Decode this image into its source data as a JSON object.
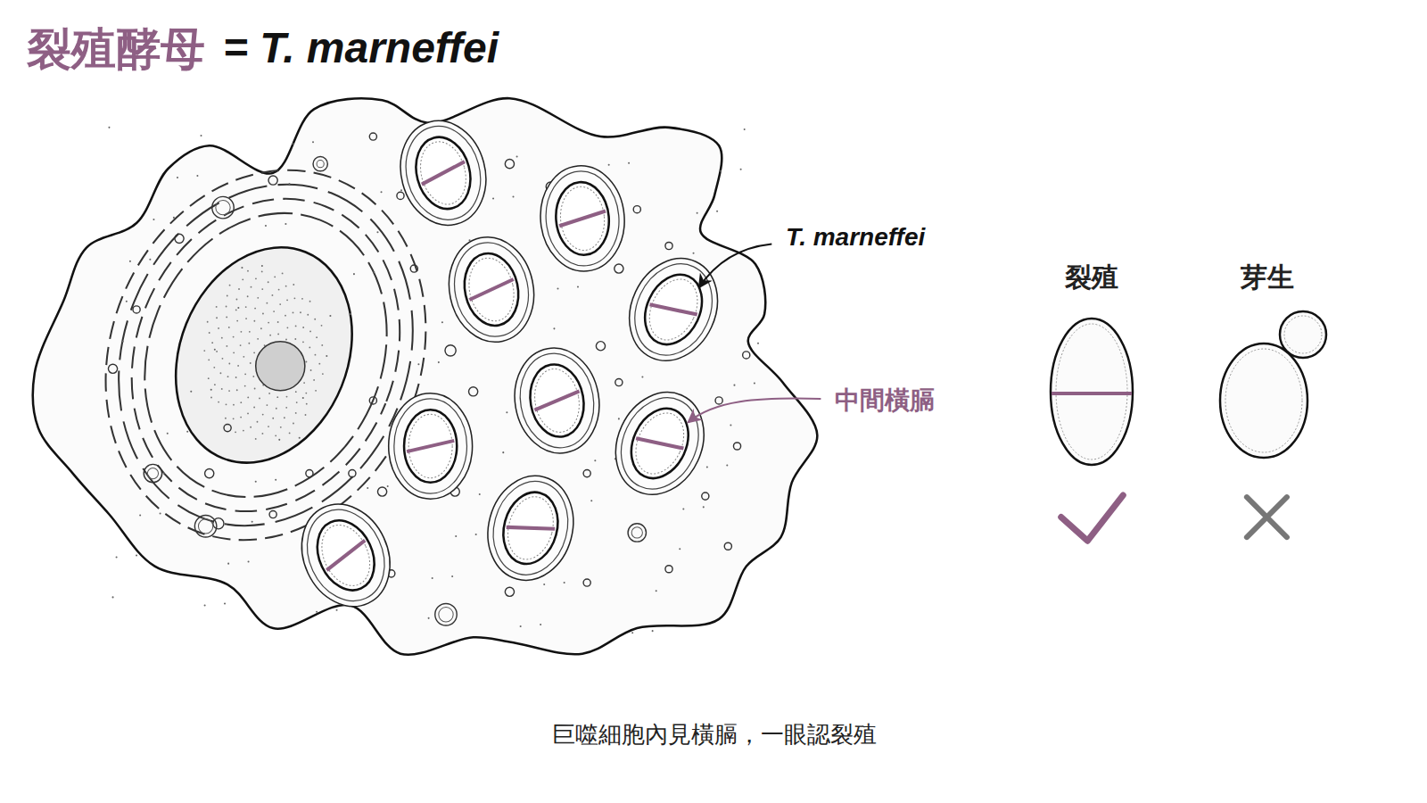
{
  "diagram": {
    "title": "裂殖酵母",
    "caption": "巨噬細胞內見橫膈，一眼認裂殖",
    "nodes": [
      {
        "text": [
          "裂殖"
        ]
      },
      {
        "text": [
          "芽生"
        ]
      }
    ],
    "labels": [
      "= T. marneffei",
      "T. marneffei",
      "中間橫膈"
    ]
  }
}
